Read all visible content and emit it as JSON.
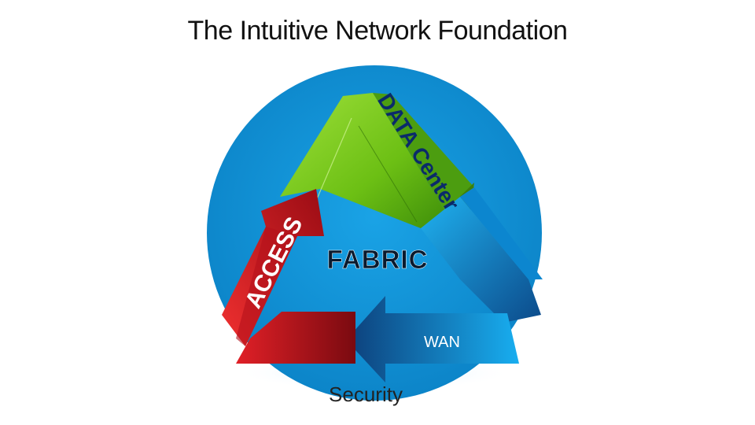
{
  "title": "The Intuitive Network Foundation",
  "labels": {
    "center": "FABRIC",
    "data_center": "DATA Center",
    "access": "ACCESS",
    "wan": "WAN",
    "security": "Security"
  },
  "colors": {
    "circle": "#0b8fd4",
    "green_arrow": "#7cc61c",
    "red_arrow": "#c4131d",
    "blue_arrow": "#0a7cc4"
  }
}
